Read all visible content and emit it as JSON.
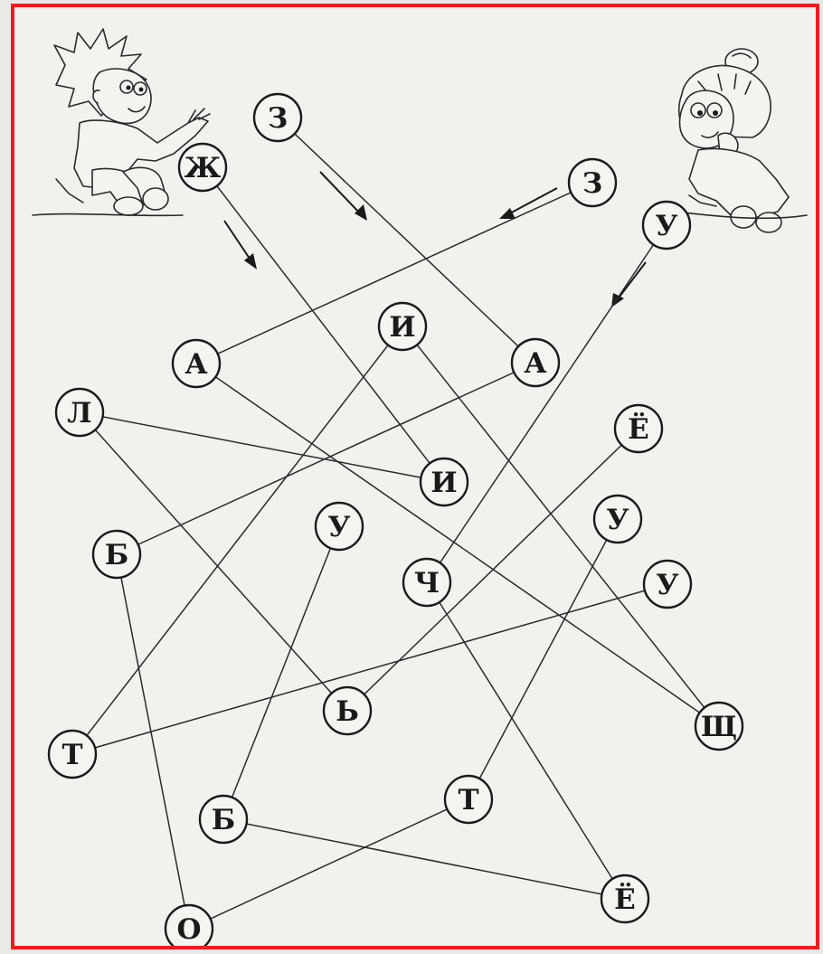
{
  "nodes": [
    {
      "id": "zh1",
      "letter": "Ж"
    },
    {
      "id": "z1",
      "letter": "З"
    },
    {
      "id": "z2",
      "letter": "З"
    },
    {
      "id": "u1",
      "letter": "У"
    },
    {
      "id": "i1",
      "letter": "И"
    },
    {
      "id": "a1",
      "letter": "А"
    },
    {
      "id": "a2",
      "letter": "А"
    },
    {
      "id": "l1",
      "letter": "Л"
    },
    {
      "id": "yo1",
      "letter": "Ё"
    },
    {
      "id": "i2",
      "letter": "И"
    },
    {
      "id": "b1",
      "letter": "Б"
    },
    {
      "id": "u2",
      "letter": "У"
    },
    {
      "id": "ch1",
      "letter": "Ч"
    },
    {
      "id": "u3",
      "letter": "У"
    },
    {
      "id": "u4",
      "letter": "У"
    },
    {
      "id": "soft1",
      "letter": "Ь"
    },
    {
      "id": "t1",
      "letter": "Т"
    },
    {
      "id": "shch1",
      "letter": "Щ"
    },
    {
      "id": "t2",
      "letter": "Т"
    },
    {
      "id": "b2",
      "letter": "Б"
    },
    {
      "id": "yo2",
      "letter": "Ё"
    },
    {
      "id": "o1",
      "letter": "О"
    }
  ],
  "edges": [
    [
      "zh1",
      "i2"
    ],
    [
      "z1",
      "a2"
    ],
    [
      "z2",
      "a1"
    ],
    [
      "u1",
      "ch1"
    ],
    [
      "a1",
      "shch1"
    ],
    [
      "i1",
      "shch1"
    ],
    [
      "i1",
      "t1"
    ],
    [
      "a2",
      "b1"
    ],
    [
      "l1",
      "i2"
    ],
    [
      "l1",
      "soft1"
    ],
    [
      "yo1",
      "soft1"
    ],
    [
      "u2",
      "b2"
    ],
    [
      "ch1",
      "yo2"
    ],
    [
      "u3",
      "t2"
    ],
    [
      "u4",
      "t1"
    ],
    [
      "b1",
      "o1"
    ],
    [
      "b2",
      "yo2"
    ],
    [
      "t2",
      "o1"
    ]
  ],
  "characters": {
    "boy": "boy-cartoon",
    "girl": "girl-cartoon"
  },
  "colors": {
    "frame": "#ee1c1c",
    "ink": "#1a1a1a",
    "paper": "#f1f1ee"
  }
}
